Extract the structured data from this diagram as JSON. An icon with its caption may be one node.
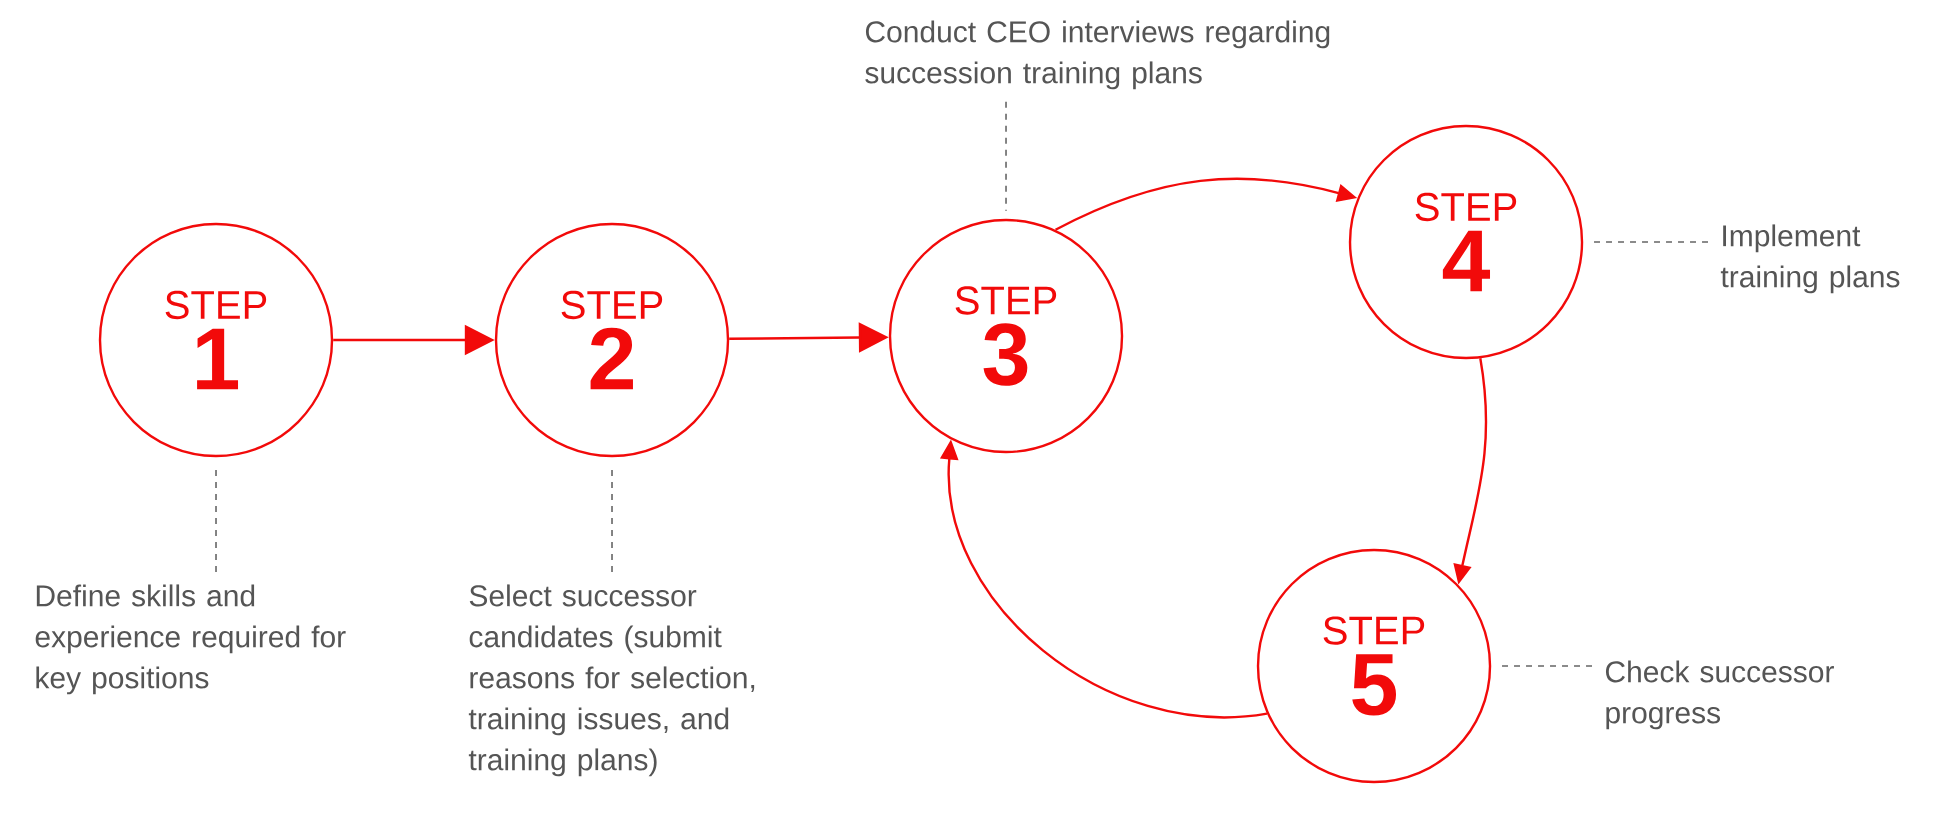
{
  "diagram": {
    "nodes": [
      {
        "text": [
          "STEP",
          "1"
        ]
      },
      {
        "text": [
          "STEP",
          "2"
        ]
      },
      {
        "text": [
          "STEP",
          "3"
        ]
      },
      {
        "text": [
          "STEP",
          "4"
        ]
      },
      {
        "text": [
          "STEP",
          "5"
        ]
      },
      {
        "text": [
          "Define skills and experience required for key positions"
        ]
      },
      {
        "text": [
          "Select successor candidates (submit reasons for selection, training issues, and training plans)"
        ]
      },
      {
        "text": [
          "Conduct CEO interviews regarding succession training plans"
        ]
      },
      {
        "text": [
          "Implement training plans"
        ]
      },
      {
        "text": [
          "Check successor progress"
        ]
      }
    ],
    "edges": [
      {
        "from": 0,
        "to": 1,
        "arrow": "to"
      },
      {
        "from": 1,
        "to": 2,
        "arrow": "to"
      },
      {
        "from": 2,
        "to": 3,
        "arrow": "to"
      },
      {
        "from": 3,
        "to": 4,
        "arrow": "to"
      },
      {
        "from": 4,
        "to": 2,
        "arrow": "to"
      },
      {
        "from": 5,
        "to": 0,
        "arrow": "none",
        "style": "dashed",
        "color": "#666666"
      },
      {
        "from": 6,
        "to": 1,
        "arrow": "none",
        "style": "dashed",
        "color": "#666666"
      },
      {
        "from": 7,
        "to": 2,
        "arrow": "none",
        "style": "dashed",
        "color": "#666666"
      },
      {
        "from": 8,
        "to": 3,
        "arrow": "none",
        "style": "dashed",
        "color": "#666666"
      },
      {
        "from": 9,
        "to": 4,
        "arrow": "none",
        "style": "dashed",
        "color": "#666666"
      }
    ]
  }
}
